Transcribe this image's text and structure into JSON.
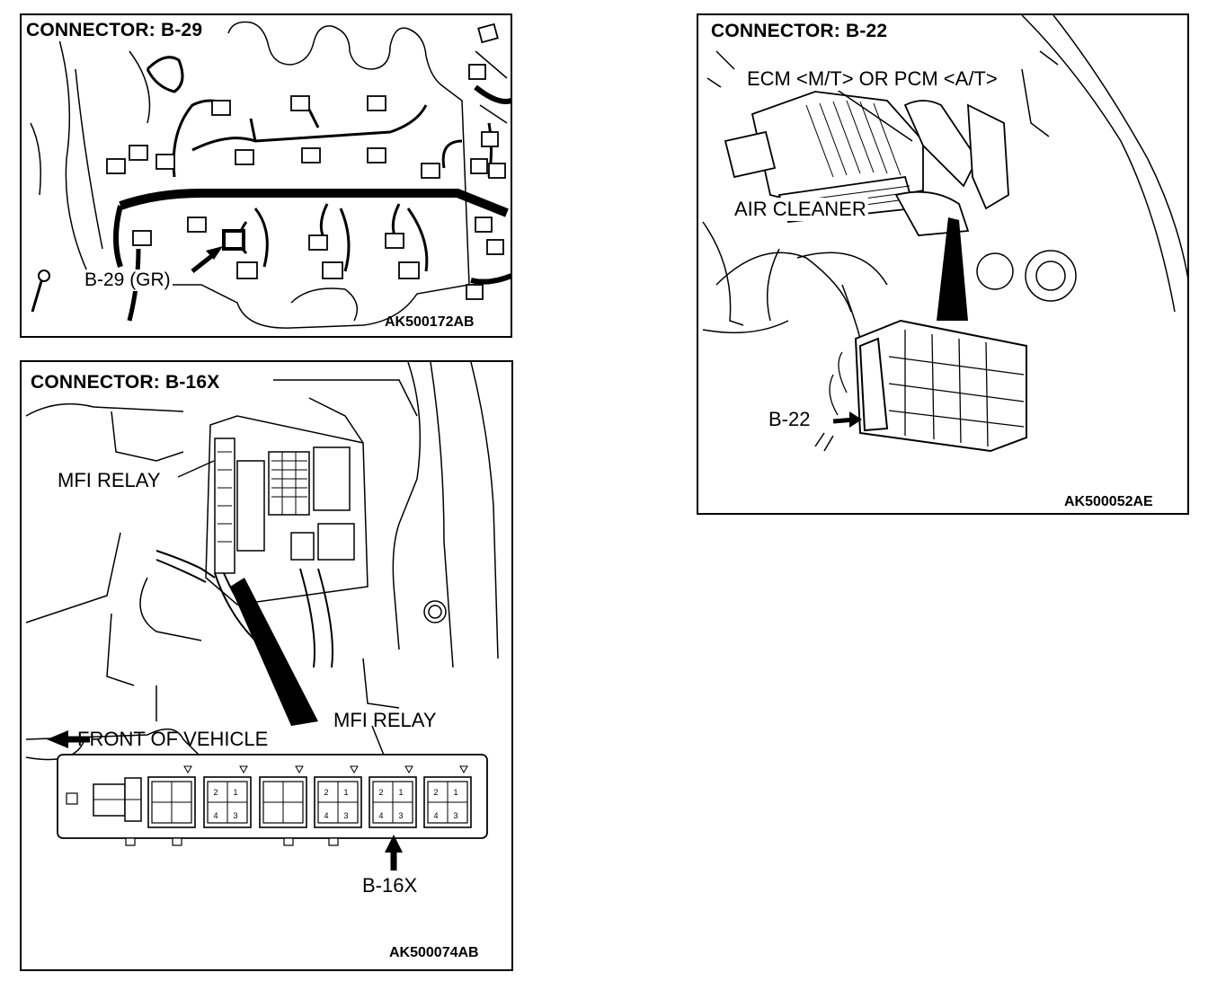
{
  "panels": {
    "b29": {
      "title": "CONNECTOR: B-29",
      "code": "AK500172AB",
      "connector_label": "B-29 (GR)"
    },
    "b16x": {
      "title": "CONNECTOR: B-16X",
      "code": "AK500074AB",
      "relay_label_top": "MFI RELAY",
      "relay_label_bottom": "MFI RELAY",
      "front_label": "FRONT OF VEHICLE",
      "connector_label": "B-16X",
      "pins": [
        "2",
        "1",
        "4",
        "3"
      ]
    },
    "b22": {
      "title": "CONNECTOR: B-22",
      "code": "AK500052AE",
      "ecm_label": "ECM <M/T> OR PCM <A/T>",
      "air_cleaner_label": "AIR CLEANER",
      "connector_label": "B-22"
    }
  }
}
